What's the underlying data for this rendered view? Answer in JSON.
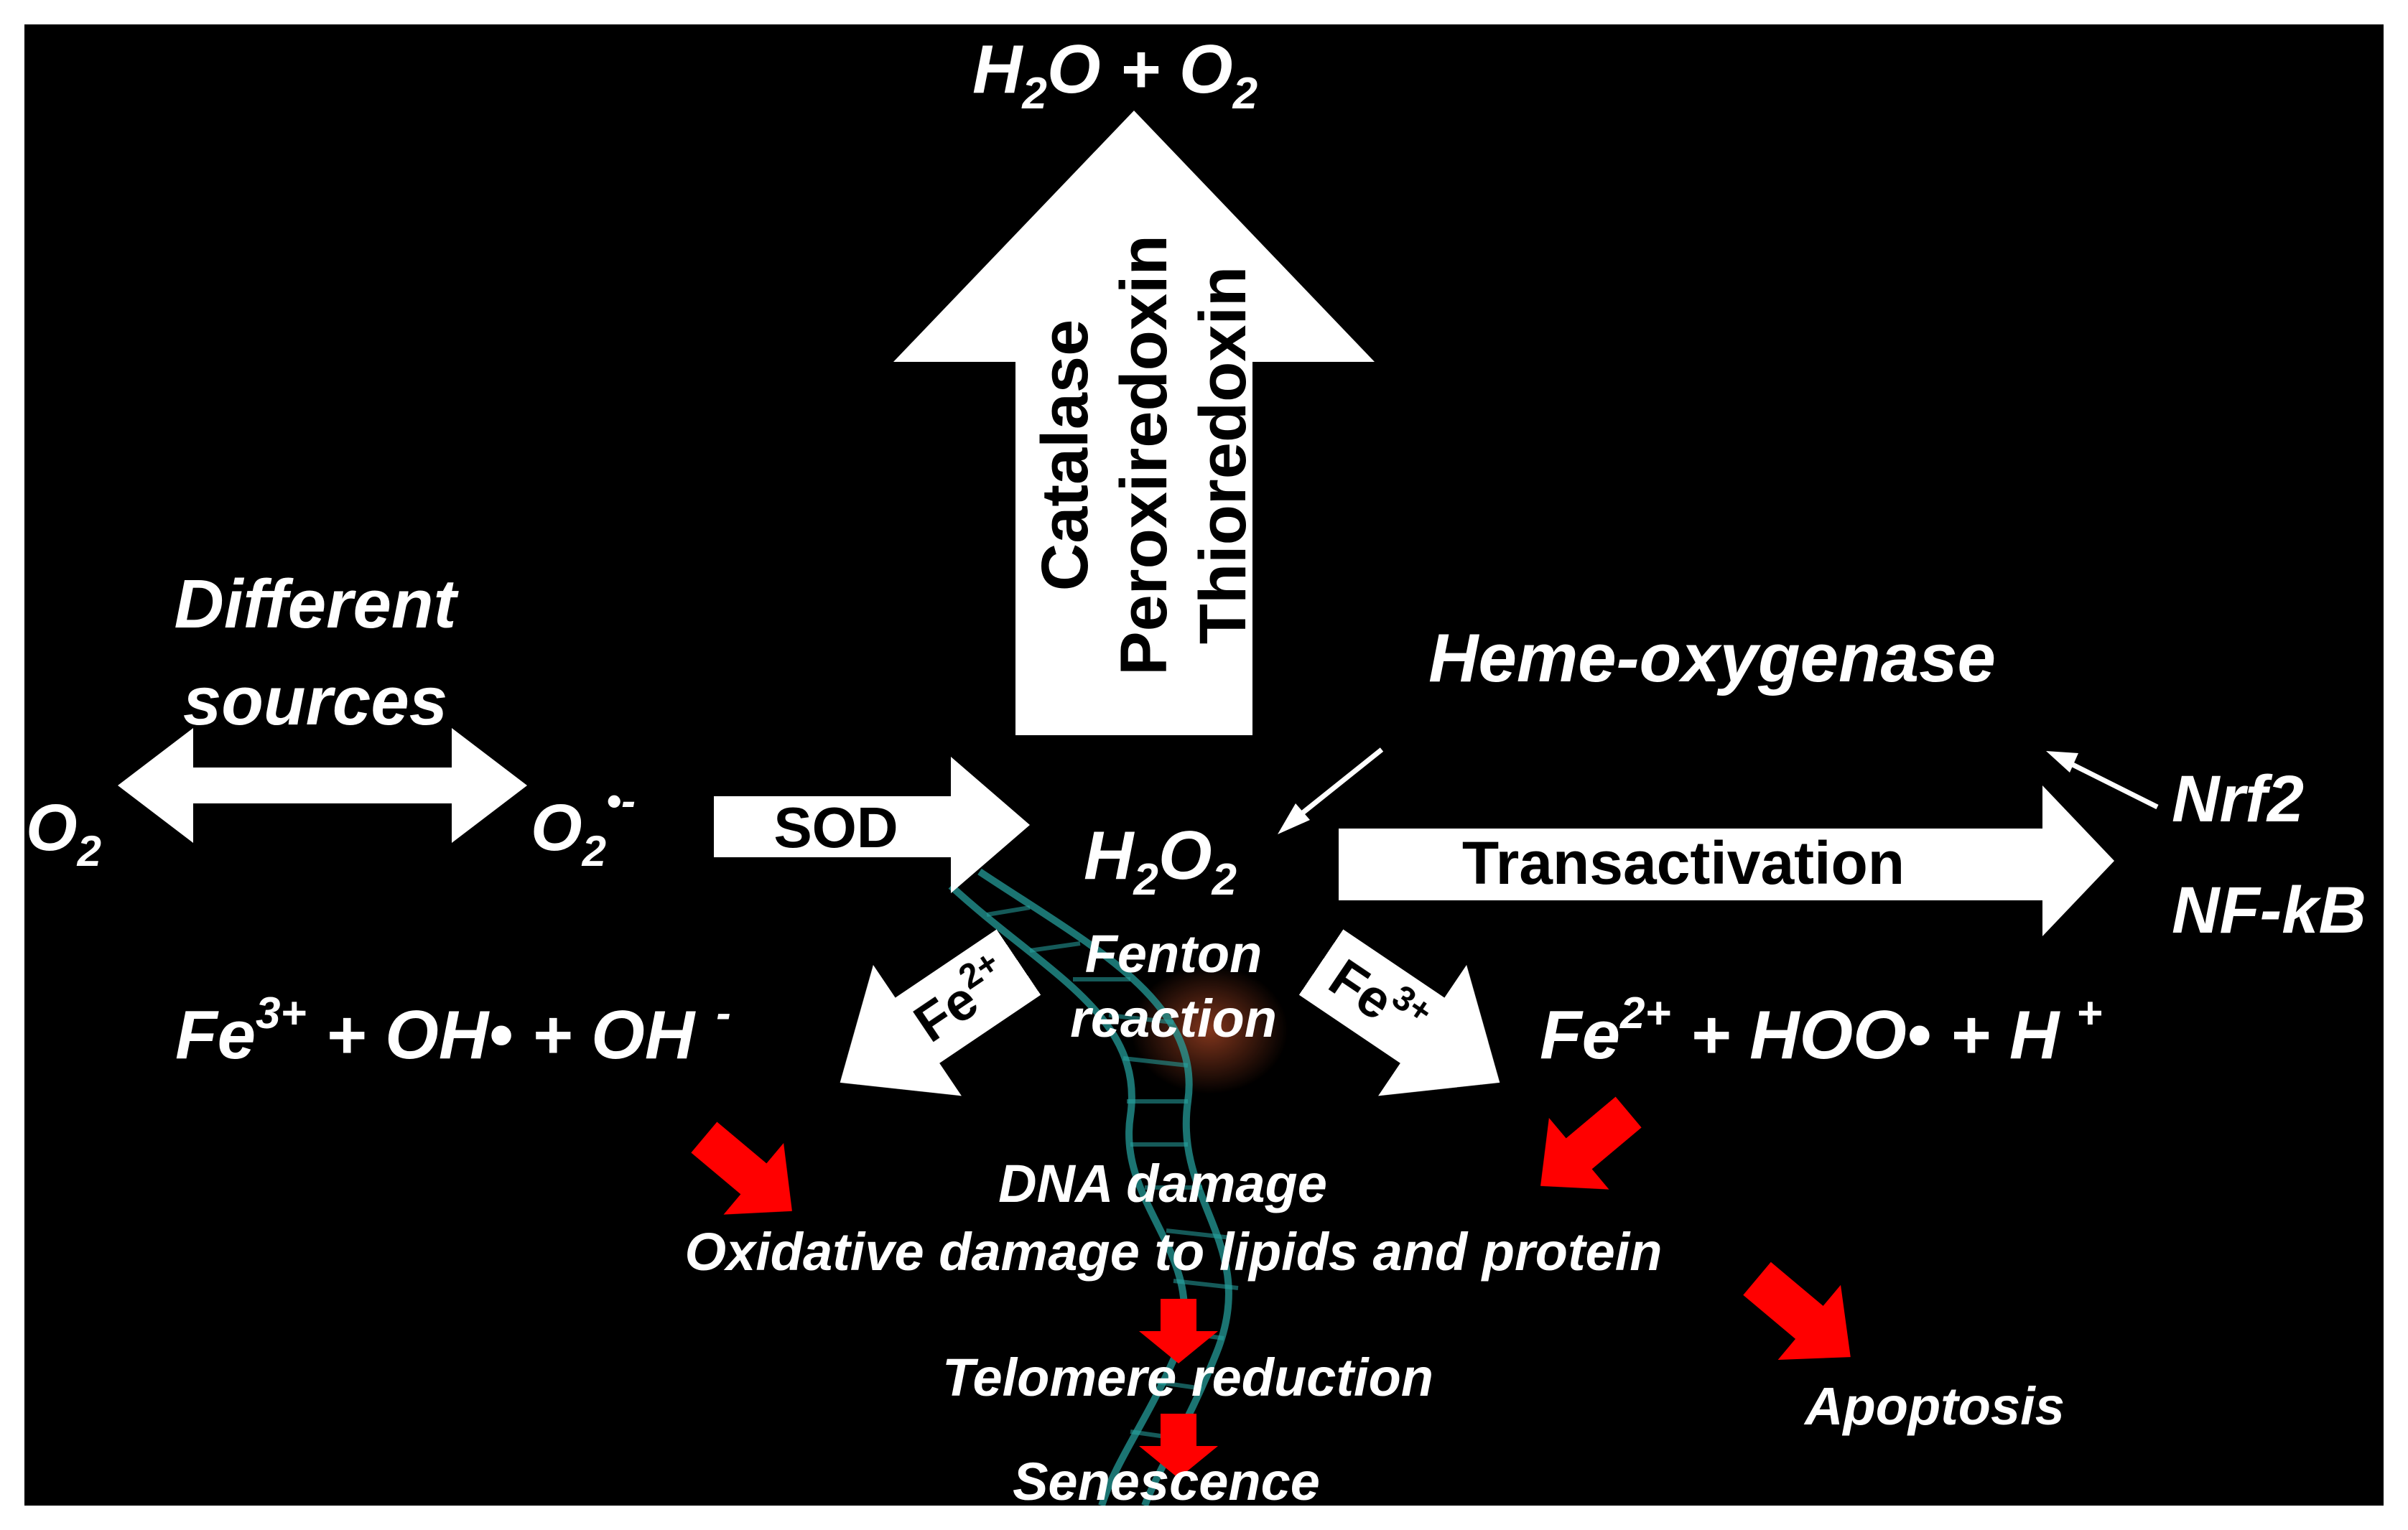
{
  "products": {
    "water": "H",
    "water_sub": "2",
    "water_o": "O",
    "plus": " + ",
    "oxygen": "O",
    "oxygen_sub": "2"
  },
  "enzymes": {
    "catalase": "Catalase",
    "peroxiredoxin": "Peroxiredoxin",
    "thioredoxin": "Thioredoxin"
  },
  "sources": {
    "line1": "Different",
    "line2": "sources"
  },
  "o2": {
    "base": "O",
    "sub": "2"
  },
  "superoxide": {
    "base": "O",
    "sub": "2",
    "sup": "•-"
  },
  "sod_label": "SOD",
  "h2o2": {
    "h": "H",
    "h_sub": "2",
    "o": "O",
    "o_sub": "2"
  },
  "transactivation_label": "Transactivation",
  "heme_label": "Heme-oxygenase",
  "nrf2_label": "Nrf2",
  "nfkb_label": "NF-kB",
  "fenton": {
    "line1": "Fenton",
    "line2": "reaction"
  },
  "left_arrow": {
    "base": "Fe",
    "sup": "2+"
  },
  "right_arrow": {
    "base": "Fe",
    "sup": "3+"
  },
  "left_products": {
    "fe": "Fe",
    "fe_sup": "3+",
    "rest": " + OH• + OH",
    "minus": "-"
  },
  "right_products": {
    "fe": "Fe",
    "fe_sup": "2+",
    "rest": " + HOO• + H",
    "plus": "+"
  },
  "damage": {
    "dna": "DNA damage",
    "oxidative": "Oxidative damage to lipids and protein"
  },
  "telomere_label": "Telomere reduction",
  "senescence_label": "Senescence",
  "apoptosis_label": "Apoptosis",
  "colors": {
    "background": "#000000",
    "arrow_white": "#ffffff",
    "damage_red": "#ff0000",
    "dna_teal": "#2ec4c0"
  }
}
